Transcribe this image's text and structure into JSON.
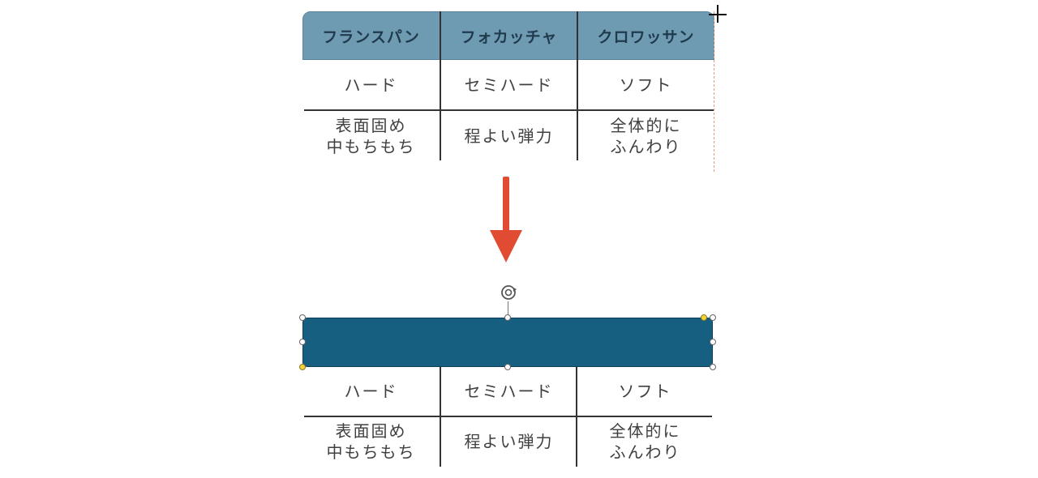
{
  "top_table": {
    "headers": [
      "フランスパン",
      "フォカッチャ",
      "クロワッサン"
    ],
    "rows": [
      [
        "ハード",
        "セミハード",
        "ソフト"
      ],
      [
        [
          "表面固め",
          "中もちもち"
        ],
        "程よい弾力",
        [
          "全体的に",
          "ふんわり"
        ]
      ]
    ],
    "header_color": "#6f9bb2"
  },
  "bottom_table": {
    "rows": [
      [
        "ハード",
        "セミハード",
        "ソフト"
      ],
      [
        [
          "表面固め",
          "中もちもち"
        ],
        "程よい弾力",
        [
          "全体的に",
          "ふんわり"
        ]
      ]
    ]
  },
  "selected_shape": {
    "fill_color": "#175f80"
  },
  "arrow": {
    "color": "#e04b32",
    "direction": "down"
  },
  "icons": {
    "rotate": "rotate-handle-icon",
    "cursor": "crosshair-cursor-icon"
  }
}
